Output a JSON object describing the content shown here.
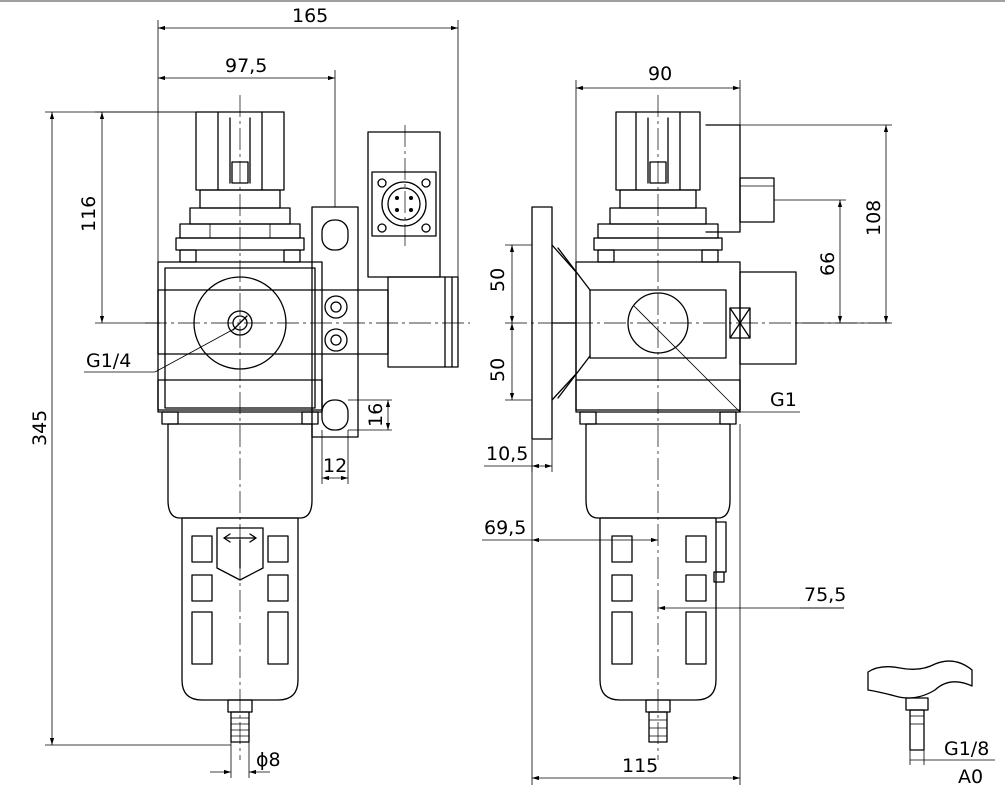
{
  "dimensions": {
    "overall_width": "165",
    "regulator_offset": "97,5",
    "top_height": "116",
    "total_height": "345",
    "port_left": "G1/4",
    "mount_hole_height": "16",
    "mount_hole_width": "12",
    "outlet_diameter": "ϕ8",
    "side_width": "90",
    "bracket_upper": "50",
    "bracket_lower": "50",
    "gauge_height": "66",
    "side_total_height": "108",
    "port_main": "G1",
    "flange_thickness": "10,5",
    "offset_left": "69,5",
    "offset_right": "75,5",
    "bottom_width": "115",
    "drain_thread": "G1/8",
    "drain_code": "A0"
  }
}
